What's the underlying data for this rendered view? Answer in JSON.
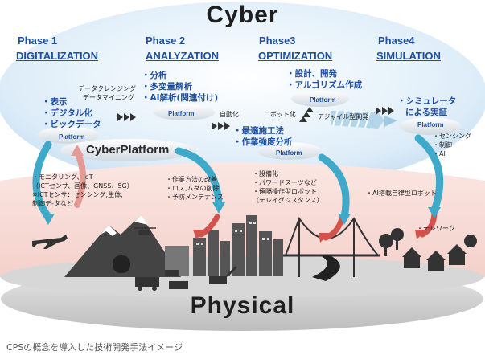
{
  "diagram": {
    "title_top": "Cyber",
    "title_bottom": "Physical",
    "cyber_platform": "CyberPlatform",
    "platform_label": "Platform",
    "phases": [
      {
        "number": "Phase 1",
        "name": "DIGITALIZATION",
        "items": [
          "・表示",
          "・デジタル化",
          "・ビックデータ"
        ]
      },
      {
        "number": "Phase 2",
        "name": "ANALYZATION",
        "items": [
          "・分析",
          "・多変量解析",
          "・AI解析(関連付け)"
        ]
      },
      {
        "number": "Phase3",
        "name": "OPTIMIZATION",
        "items": [
          "・設計、開発",
          "・アルゴリズム作成",
          "・最適施工法",
          "・作業強度分析"
        ]
      },
      {
        "number": "Phase4",
        "name": "SIMULATION",
        "items": [
          "・シミュレータ",
          "による実証"
        ]
      }
    ],
    "transitions": {
      "t1": [
        "データクレンジング",
        "データマイニング"
      ],
      "t2": "自動化",
      "t3": "ロボット化",
      "t4": "アジャイル型開発"
    },
    "sensing": [
      "・センシング",
      "・制御",
      "・AI"
    ],
    "physical_notes": {
      "p1": [
        "・モニタリング、IoT",
        "（ICTセンサ、画像、GNSS、5G）",
        "※ICTセンサ：センシング,生体,",
        "制御デ-タなど"
      ],
      "p2": [
        "・作業方法の改善",
        "・ロス,ムダの削除",
        "・予防メンテナンス"
      ],
      "p3": [
        "・設備化",
        "・パワードスーツなど",
        "・遠隔操作型ロボット",
        "（テレイグジスタンス）"
      ],
      "p4": "・AI搭載自律型ロボット",
      "p5": "・テレワーク"
    }
  },
  "caption": "CPSの概念を導入した技術開発手法イメージ",
  "colors": {
    "phase_blue": "#1d4fa0",
    "arrow_teal": "#3fa9c9",
    "arrow_red": "#d2524c"
  }
}
